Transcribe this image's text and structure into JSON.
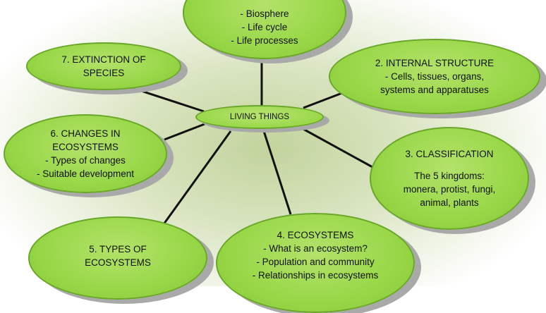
{
  "center": {
    "label": "LIVING THINGS"
  },
  "nodes": {
    "n1": {
      "lines": [
        "- Biosphere",
        "- Life cycle",
        "- Life processes"
      ]
    },
    "n2": {
      "title": "2. INTERNAL STRUCTURE",
      "lines": [
        "-  Cells, tissues, organs,",
        "systems and apparatuses"
      ]
    },
    "n3": {
      "title": "3. CLASSIFICATION",
      "lines": [
        "The 5 kingdoms:",
        "monera, protist, fungi,",
        "animal, plants"
      ]
    },
    "n4": {
      "title": "4. ECOSYSTEMS",
      "lines": [
        "- What is an ecosystem?",
        "- Population and community",
        "- Relationships in ecosystems"
      ]
    },
    "n5": {
      "title_lines": [
        "5. TYPES OF",
        "ECOSYSTEMS"
      ]
    },
    "n6": {
      "title_lines": [
        "6. CHANGES IN",
        "ECOSYSTEMS"
      ],
      "lines": [
        "- Types of changes",
        "- Suitable development"
      ]
    },
    "n7": {
      "title_lines": [
        "7. EXTINCTION OF",
        "SPECIES"
      ]
    }
  }
}
